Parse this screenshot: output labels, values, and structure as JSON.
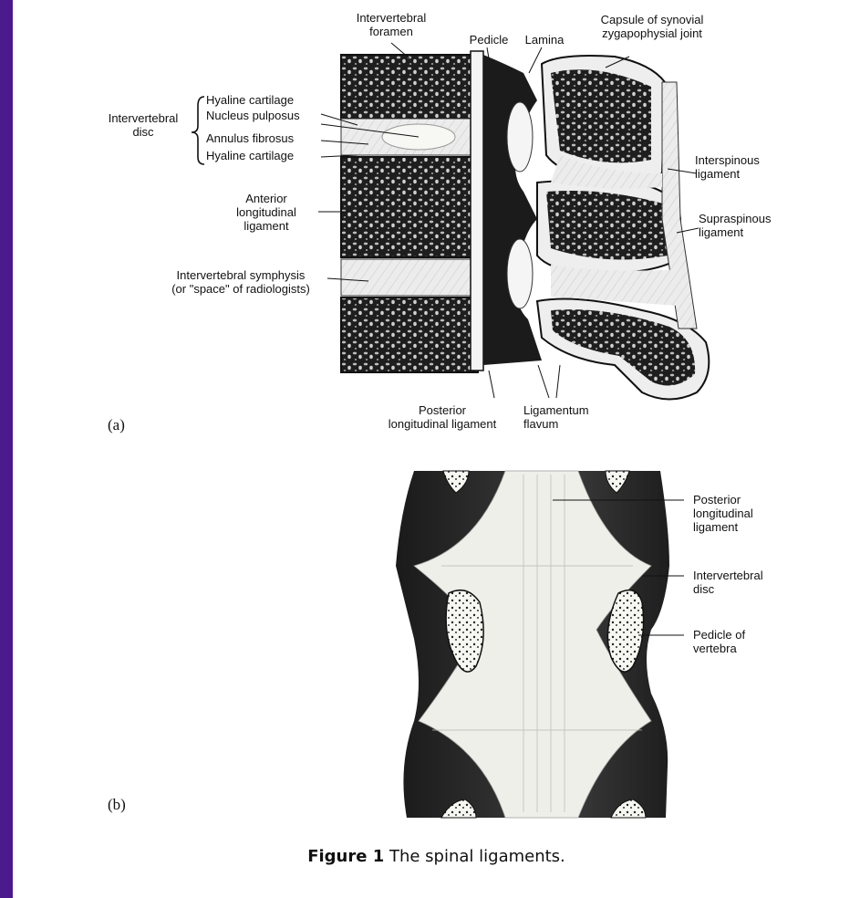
{
  "panel_a": {
    "tag": "(a)",
    "labels": {
      "intervertebral_foramen": "Intervertebral\nforamen",
      "pedicle": "Pedicle",
      "lamina": "Lamina",
      "capsule": "Capsule of synovial\nzygapophysial joint",
      "intervertebral_disc": "Intervertebral\ndisc",
      "hyaline_cartilage_top": "Hyaline cartilage",
      "nucleus_pulposus": "Nucleus pulposus",
      "annulus_fibrosus": "Annulus fibrosus",
      "hyaline_cartilage_bottom": "Hyaline cartilage",
      "interspinous_ligament": "Interspinous\nligament",
      "supraspinous_ligament": "Supraspinous\nligament",
      "anterior_longitudinal_ligament": "Anterior\nlongitudinal\nligament",
      "intervertebral_symphysis": "Intervertebral symphysis\n(or \"space\" of radiologists)",
      "posterior_longitudinal_ligament": "Posterior\nlongitudinal ligament",
      "ligamentum_flavum": "Ligamentum\nflavum"
    }
  },
  "panel_b": {
    "tag": "(b)",
    "labels": {
      "posterior_longitudinal_ligament": "Posterior\nlongitudinal\nligament",
      "intervertebral_disc": "Intervertebral\ndisc",
      "pedicle_of_vertebra": "Pedicle of\nvertebra"
    }
  },
  "caption": {
    "figure": "Figure 1",
    "text": " The spinal ligaments."
  },
  "colors": {
    "frame": "#3a117a",
    "bone_dark": "#2a2a2a",
    "cartilage": "#e6e6e0"
  }
}
